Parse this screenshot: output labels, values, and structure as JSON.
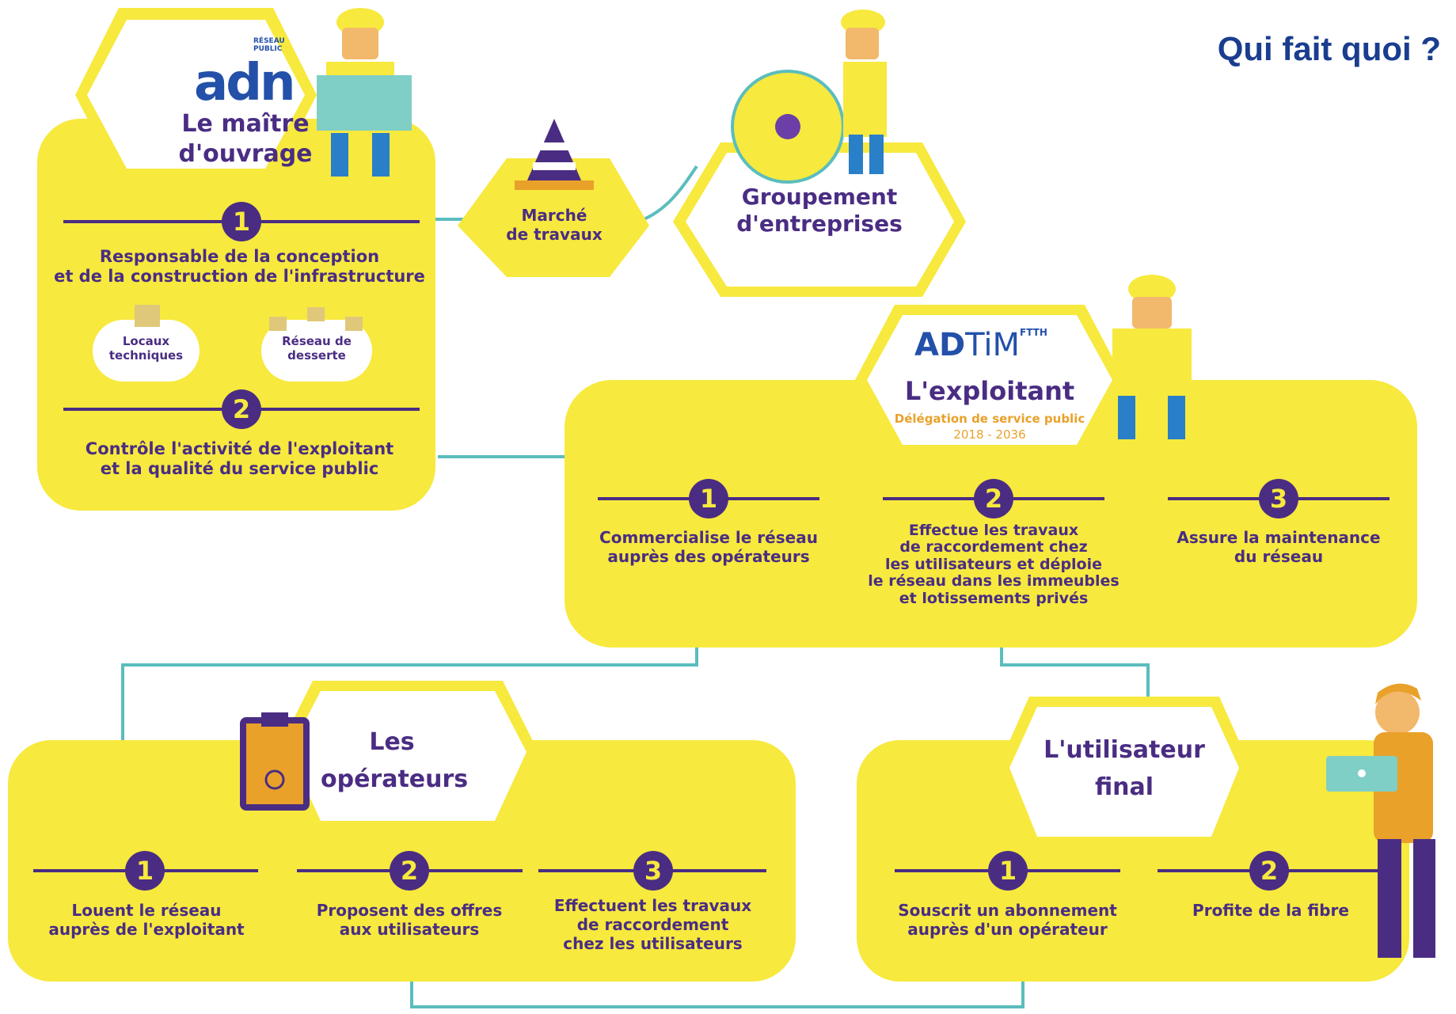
{
  "title": "Qui fait quoi ?",
  "colors": {
    "yellow": "#f7e93e",
    "purple": "#4a2d83",
    "teal": "#5bbdbd",
    "white": "#ffffff",
    "blue": "#1a3d8f",
    "orange": "#e9a12a"
  },
  "maitre": {
    "logo": "adn",
    "logo_small": "RÉSEAU PUBLIC",
    "heading": "Le maître\nd'ouvrage",
    "item1_num": "1",
    "item1_text": "Responsable de la conception\net de la construction de l'infrastructure",
    "sub_a": "Locaux\ntechniques",
    "sub_b": "Réseau de\ndesserte",
    "item2_num": "2",
    "item2_text": "Contrôle l'activité de l'exploitant\net la qualité du service public"
  },
  "marche": {
    "label": "Marché\nde travaux"
  },
  "groupement": {
    "label": "Groupement\nd'entreprises"
  },
  "exploitant": {
    "logo_a": "AD",
    "logo_b": "TiM",
    "logo_sup": "FTTH",
    "heading": "L'exploitant",
    "sub": "Délégation de service public",
    "years": "2018 - 2036",
    "item1_num": "1",
    "item1_text": "Commercialise le réseau\nauprès des opérateurs",
    "item2_num": "2",
    "item2_text": "Effectue les travaux\nde raccordement chez\nles utilisateurs et déploie\nle réseau dans les immeubles\net lotissements privés",
    "item3_num": "3",
    "item3_text": "Assure la maintenance\ndu réseau"
  },
  "operateurs": {
    "heading": "Les\nopérateurs",
    "item1_num": "1",
    "item1_text": "Louent le réseau\nauprès de l'exploitant",
    "item2_num": "2",
    "item2_text": "Proposent des offres\naux utilisateurs",
    "item3_num": "3",
    "item3_text": "Effectuent les travaux\nde raccordement\nchez les utilisateurs"
  },
  "utilisateur": {
    "heading": "L'utilisateur\nfinal",
    "item1_num": "1",
    "item1_text": "Souscrit un abonnement\nauprès d'un opérateur",
    "item2_num": "2",
    "item2_text": "Profite de la fibre"
  }
}
